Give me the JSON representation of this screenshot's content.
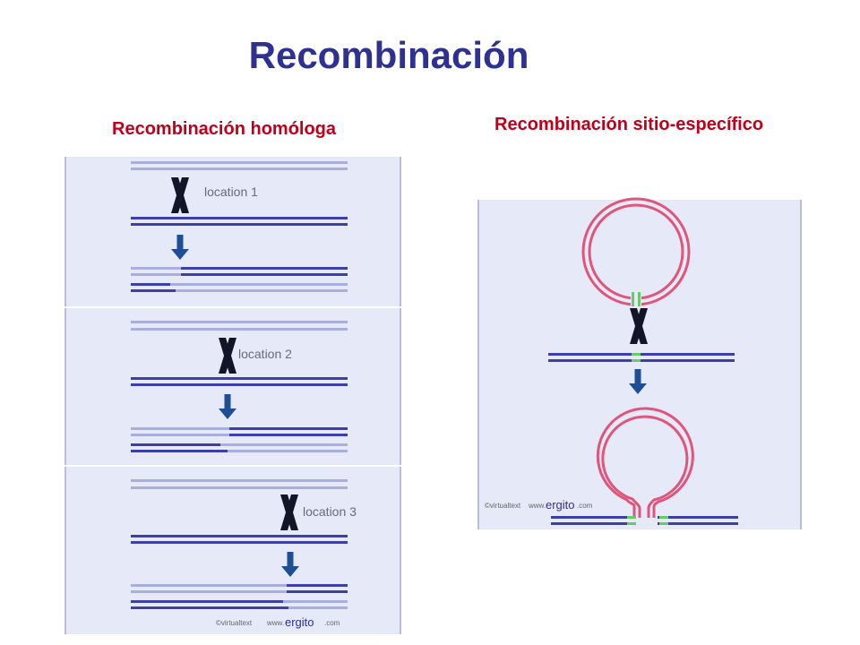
{
  "slide": {
    "title": "Recombinación"
  },
  "homologous_panel": {
    "heading": "Recombinación homóloga",
    "steps": [
      {
        "location_label": "location 1"
      },
      {
        "location_label": "location 2"
      },
      {
        "location_label": "location 3"
      }
    ],
    "credit_prefix": "©virtualtext",
    "credit_www": "www.",
    "credit_brand": "ergito",
    "credit_suffix": ".com"
  },
  "site_specific_panel": {
    "heading": "Recombinación sitio-específico",
    "credit_prefix": "©virtualtext",
    "credit_www": "www.",
    "credit_brand": "ergito",
    "credit_suffix": ".com"
  },
  "colors": {
    "title": "#2e3192",
    "heading": "#c0001a",
    "dna_dark": "#3c3fa8",
    "dna_light": "#a9aee0",
    "panel_bg": "#e6e9f8",
    "circle": "#e0557a",
    "site": "#66cc66",
    "arrow": "#1f4e96",
    "cross": "#141428"
  },
  "icons": {
    "crossover": "x-cross-icon",
    "step_arrow": "arrow-down-icon"
  }
}
